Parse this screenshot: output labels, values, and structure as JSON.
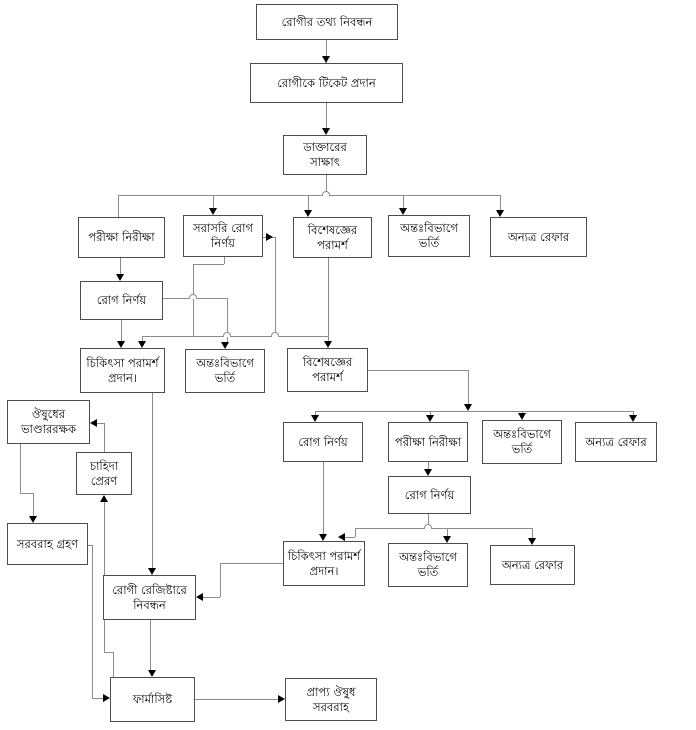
{
  "nodes": {
    "patient_info": "রোগীর তথ্য নিবন্ধন",
    "ticket": "রোগীকে টিকেট প্রদান",
    "doctor_visit": "ডাক্তারের সাক্ষাৎ",
    "tests_1": "পরীক্ষা নিরীক্ষা",
    "direct_diagnosis": "সরাসরি রোগ নির্ণয়",
    "specialist_1": "বিশেষজ্ঞের পরামর্শ",
    "indoor_1": "অন্তঃবিভাগে ভর্তি",
    "refer_1": "অন্যত্র রেফার",
    "diagnosis_1": "রোগ নির্ণয়",
    "treatment_1": "চিকিৎসা পরামর্শ প্রদান।",
    "indoor_2": "অন্তঃবিভাগে ভর্তি",
    "specialist_2": "বিশেষজ্ঞের পরামর্শ",
    "storekeeper": "ঔষুধের ভাণ্ডাররক্ষক",
    "demand": "চাহিদা প্রেরণ",
    "supply": "সরবরাহ গ্রহণ",
    "diagnosis_2": "রোগ নির্ণয়",
    "tests_2": "পরীক্ষা নিরীক্ষা",
    "indoor_3": "অন্তঃবিভাগে ভর্তি",
    "refer_2": "অন্যত্র রেফার",
    "diagnosis_3": "রোগ নির্ণয়",
    "treatment_2": "চিকিৎসা পরামর্শ প্রদান।",
    "indoor_4": "অন্তঃবিভাগে ভর্তি",
    "refer_3": "অন্যত্র রেফার",
    "register": "রোগী রেজিষ্টারে নিবন্ধন",
    "pharmacist": "ফার্মাসিষ্ট",
    "medicine_supply": "প্রাপ্য ঔষুধ সরবরাহ"
  },
  "edges": [
    "patient_info→ticket",
    "ticket→doctor_visit",
    "doctor_visit→tests_1",
    "doctor_visit→direct_diagnosis",
    "doctor_visit→specialist_1",
    "doctor_visit→indoor_1",
    "doctor_visit→refer_1",
    "tests_1→diagnosis_1",
    "diagnosis_1→treatment_1",
    "diagnosis_1→indoor_2",
    "direct_diagnosis→treatment_1",
    "direct_diagnosis→specialist_2",
    "specialist_1→specialist_2",
    "specialist_2→diagnosis_2",
    "specialist_2→tests_2",
    "specialist_2→indoor_3",
    "specialist_2→refer_2",
    "tests_2→diagnosis_3",
    "diagnosis_3→treatment_2",
    "diagnosis_3→indoor_4",
    "diagnosis_3→refer_3",
    "diagnosis_2→treatment_2",
    "treatment_1→register",
    "treatment_2→register",
    "register→pharmacist",
    "pharmacist→demand",
    "demand→storekeeper",
    "storekeeper→supply",
    "supply→pharmacist",
    "pharmacist→medicine_supply"
  ],
  "colors": {
    "background": "#ffffff",
    "box_border": "#4d4d4d",
    "line": "#8c8c8c",
    "arrow": "#000000",
    "text": "#000000"
  }
}
